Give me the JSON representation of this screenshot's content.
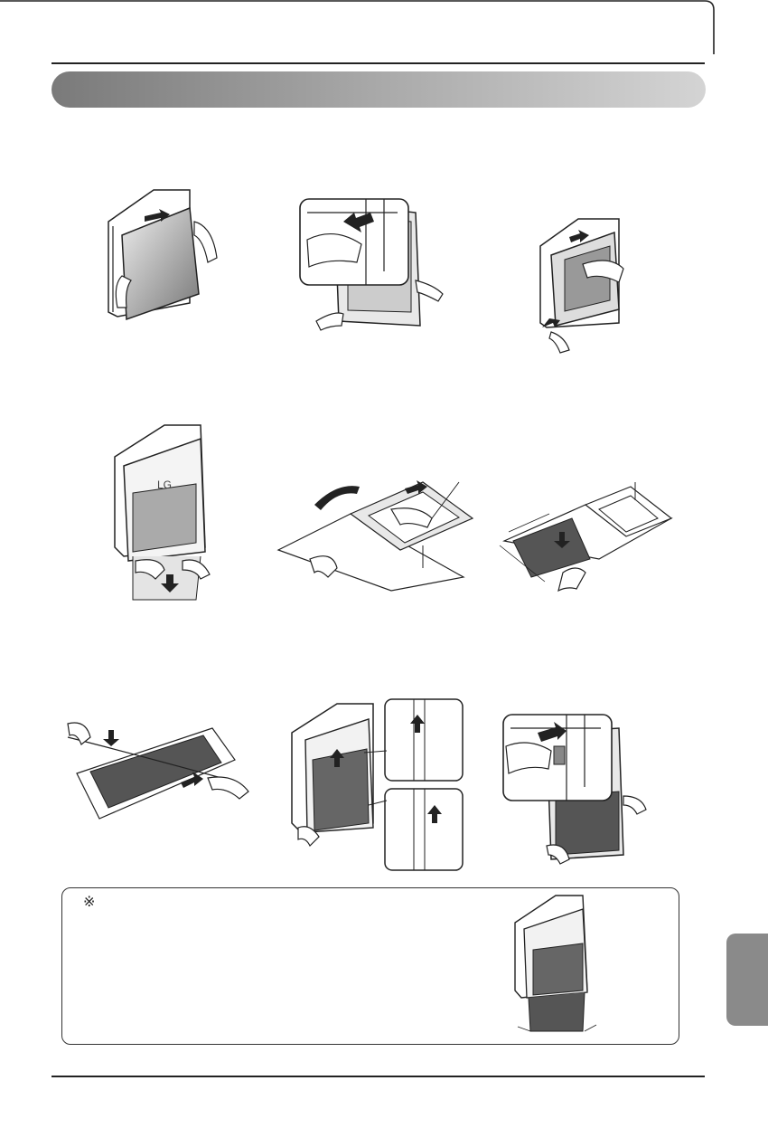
{
  "header": {
    "title": ""
  },
  "steps": [
    {
      "id": 1,
      "icons": [
        "hand-icon",
        "arrow-up-icon"
      ]
    },
    {
      "id": 2,
      "icons": [
        "hand-icon",
        "arrow-left-icon"
      ]
    },
    {
      "id": 3,
      "icons": [
        "hand-icon",
        "arrow-up-icon"
      ]
    },
    {
      "id": 4,
      "icons": [
        "hand-icon",
        "arrow-down-icon"
      ]
    },
    {
      "id": 5,
      "icons": [
        "hand-icon",
        "curved-arrow-icon"
      ]
    },
    {
      "id": 6,
      "icons": [
        "hand-icon",
        "arrow-down-icon"
      ]
    },
    {
      "id": 7,
      "icons": [
        "hand-icon",
        "arrow-down-icon"
      ]
    },
    {
      "id": 8,
      "icons": [
        "hand-icon",
        "arrow-up-icon"
      ]
    },
    {
      "id": 9,
      "icons": [
        "hand-icon",
        "arrow-right-icon"
      ]
    }
  ],
  "note": {
    "symbol": "※"
  },
  "logo": {
    "text": "LG"
  },
  "colors": {
    "title_bar_start": "#7a7a7a",
    "title_bar_end": "#d4d4d4",
    "side_tab": "#8a8a8a"
  }
}
